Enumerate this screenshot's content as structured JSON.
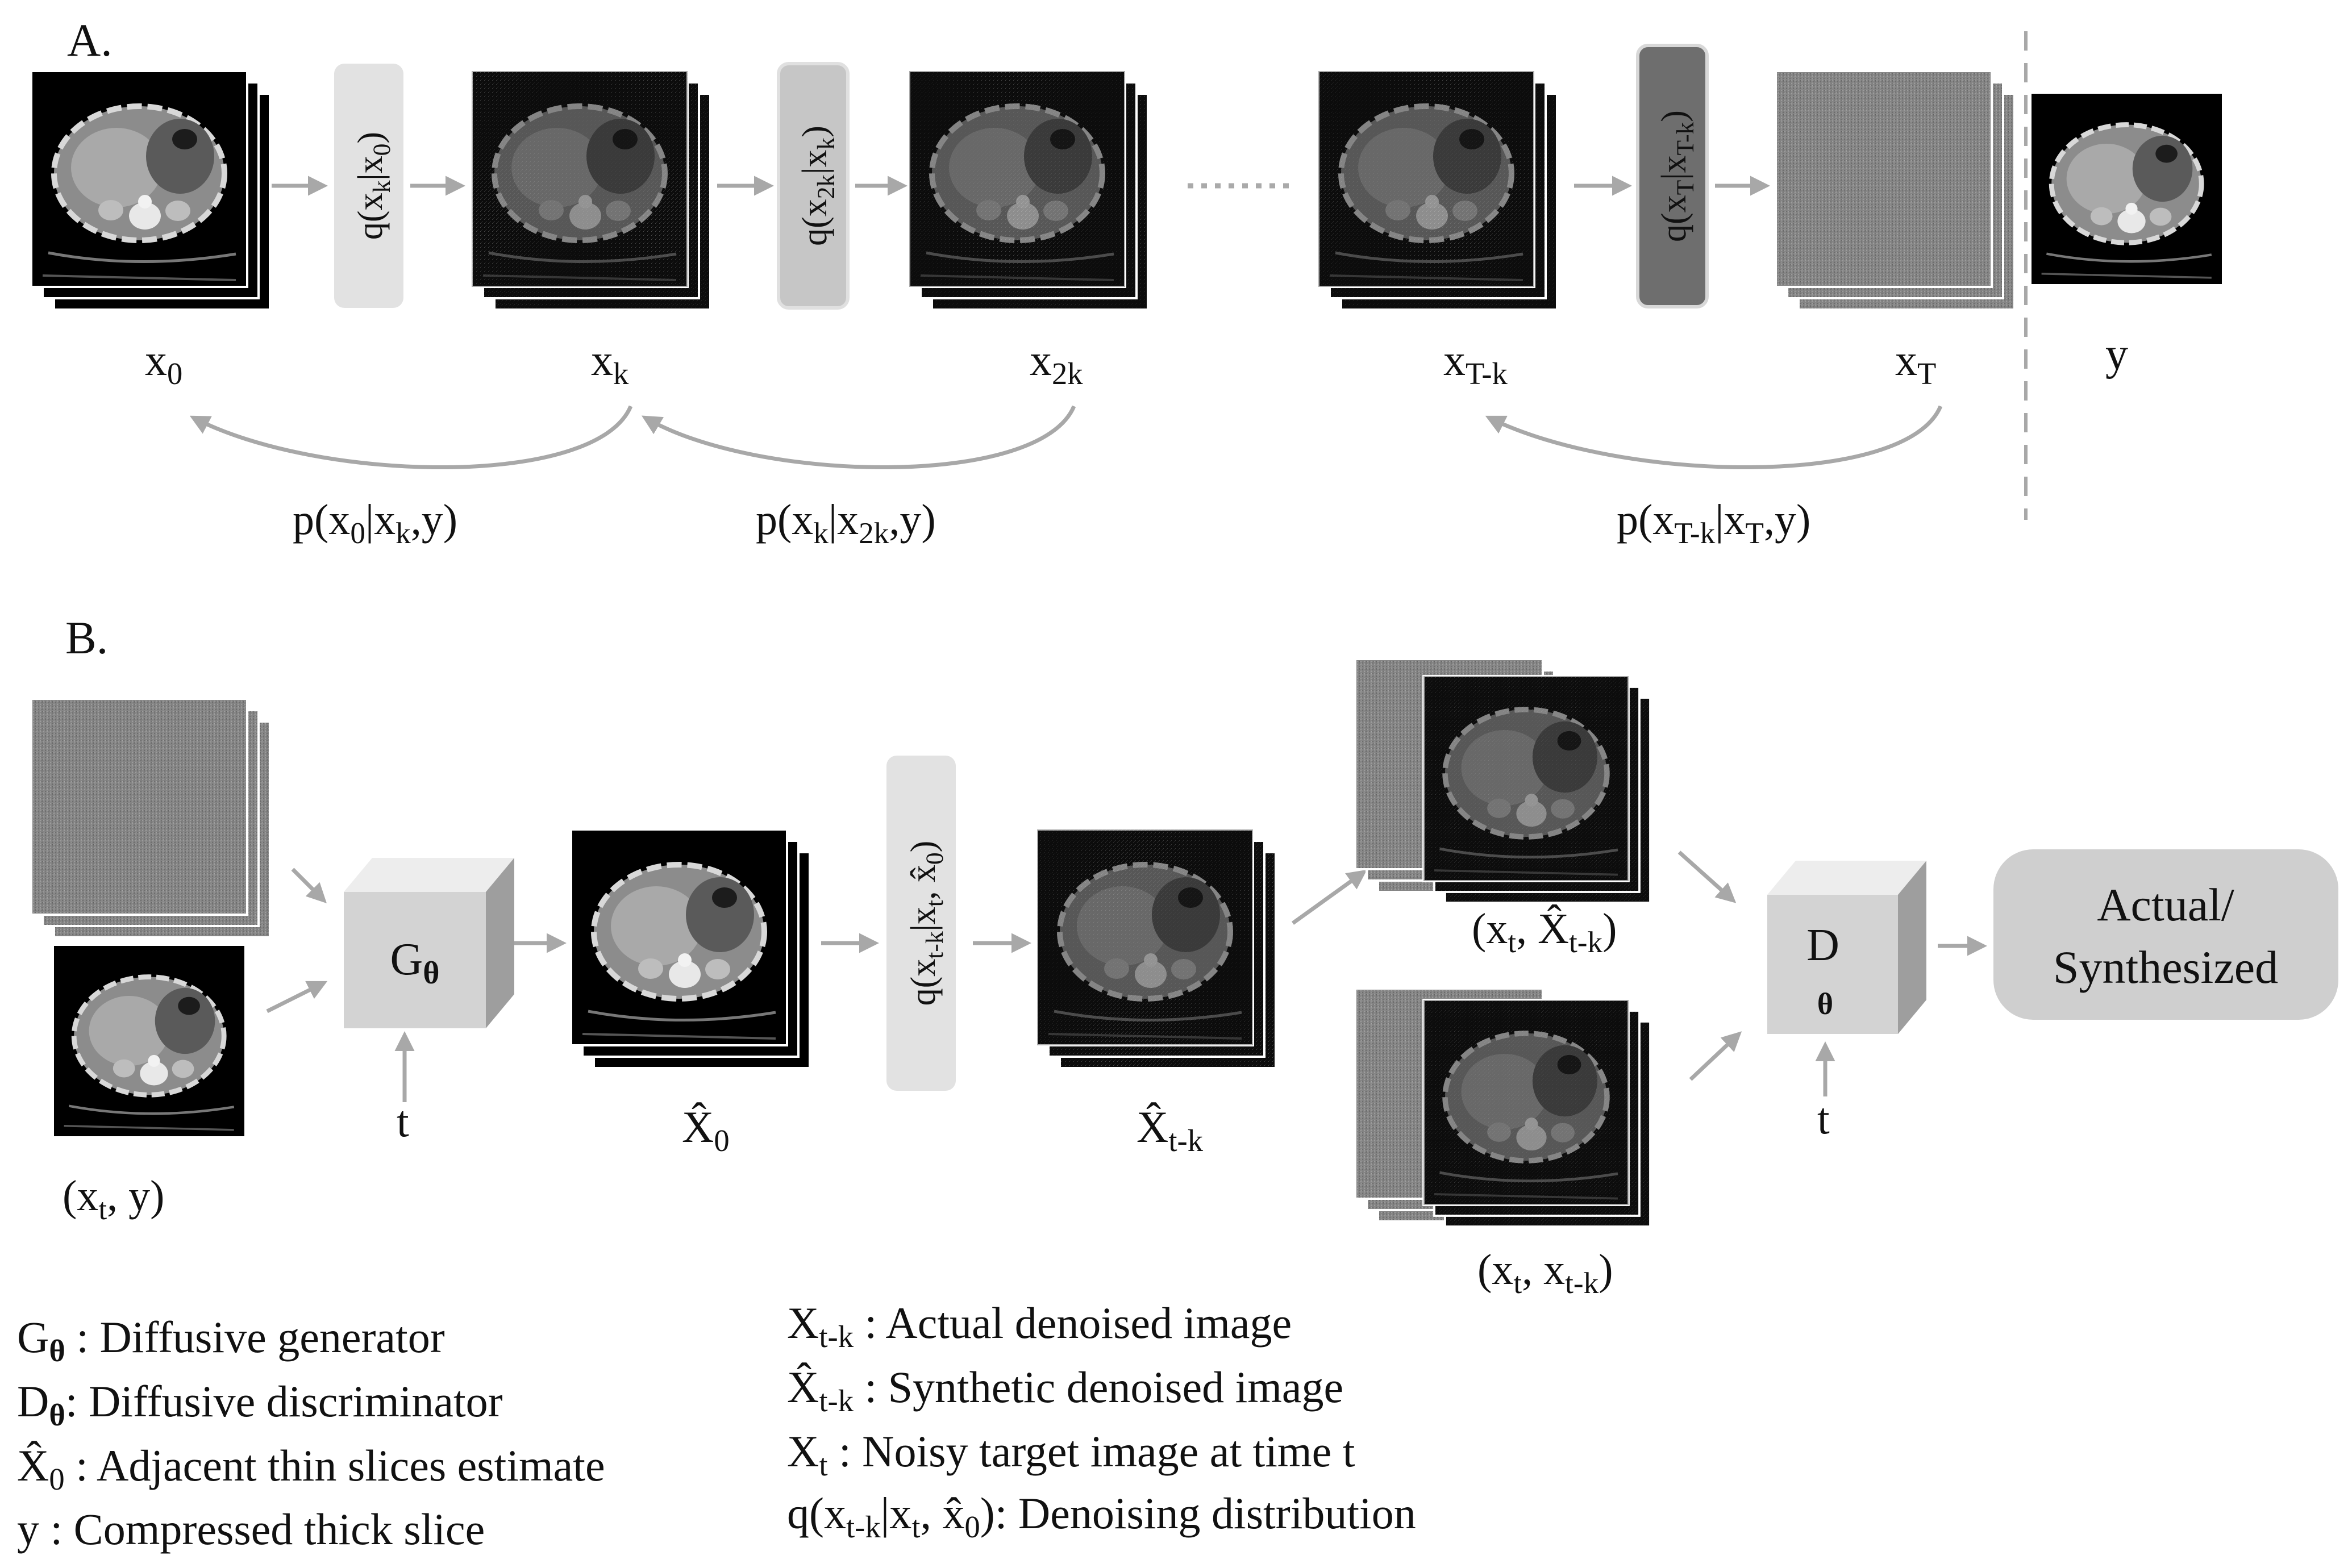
{
  "panel_a": {
    "label": "A.",
    "states": {
      "x0": {
        "base": "x",
        "sub": "0"
      },
      "xk": {
        "base": "x",
        "sub": "k"
      },
      "x2k": {
        "base": "x",
        "sub": "2k"
      },
      "xTk": {
        "base": "x",
        "sub": "T-k"
      },
      "xT": {
        "base": "x",
        "sub": "T"
      },
      "y": "y"
    },
    "forward": [
      {
        "pre": "q(x",
        "s1": "k",
        "mid": "|x",
        "s2": "0",
        "post": ")",
        "shade": "#e2e2e2"
      },
      {
        "pre": "q(x",
        "s1": "2k",
        "mid": "|x",
        "s2": "k",
        "post": ")",
        "shade": "#c6c6c6"
      },
      {
        "pre": "q(x",
        "s1": "T",
        "mid": "|x",
        "s2": "T-k",
        "post": ")",
        "shade": "#6e6e6e"
      }
    ],
    "reverse": [
      {
        "pre": "p(x",
        "s1": "0",
        "mid": "|x",
        "s2": "k",
        "post": ",y)"
      },
      {
        "pre": "p(x",
        "s1": "k",
        "mid": "|x",
        "s2": "2k",
        "post": ",y)"
      },
      {
        "pre": "p(x",
        "s1": "T-k",
        "mid": "|x",
        "s2": "T",
        "post": ",y)"
      }
    ]
  },
  "panel_b": {
    "label": "B.",
    "input_label": {
      "pre": "(x",
      "sub": "t",
      "post": ", y)"
    },
    "generator": {
      "base": "G",
      "sub": "θ"
    },
    "generator_input": "t",
    "x0_hat": {
      "base": "X̂",
      "sub": "0"
    },
    "denoise_box": {
      "pre": "q(x",
      "s1": "t-k",
      "mid": "|x",
      "s2": "t",
      "mid2": ", x̂",
      "s3": "0",
      "post": ")"
    },
    "xtk_hat": {
      "base": "X̂",
      "sub": "t-k"
    },
    "pair_synth": {
      "pre": "(x",
      "s1": "t",
      "mid": ", X̂",
      "s2": "t-k",
      "post": ")"
    },
    "pair_actual": {
      "pre": "(x",
      "s1": "t",
      "mid": ", x",
      "s2": "t-k",
      "post": ")"
    },
    "discriminator": {
      "base": "D",
      "sub": "θ"
    },
    "discriminator_input": "t",
    "output": {
      "line1": "Actual/",
      "line2": "Synthesized"
    }
  },
  "legend": {
    "left": [
      {
        "base": "G",
        "sub": "θ",
        "text": " : Diffusive generator"
      },
      {
        "base": "D",
        "sub": "θ",
        "text": ": Diffusive discriminator"
      },
      {
        "base": "X̂",
        "sub": "0",
        "text": " : Adjacent thin slices estimate"
      },
      {
        "base": "y",
        "sub": "",
        "text": " : Compressed thick slice"
      }
    ],
    "right": [
      {
        "base": "X",
        "sub": "t-k",
        "text": " : Actual denoised image"
      },
      {
        "base": "X̂",
        "sub": "t-k",
        "text": " : Synthetic denoised image"
      },
      {
        "base": "X",
        "sub": "t",
        "text": " : Noisy target image at time t"
      },
      {
        "base": "q(x",
        "sub": "t-k",
        "text": "|x",
        "sub2": "t",
        "text2": ", x̂",
        "sub3": "0",
        "text3": "): Denoising distribution"
      }
    ]
  },
  "colors": {
    "arrow": "#a8a8a8",
    "box_light": "#e2e2e2",
    "box_mid": "#c6c6c6",
    "box_dark": "#6e6e6e",
    "cube_front": "#d3d3d3",
    "output_box": "#cfcfcf"
  }
}
